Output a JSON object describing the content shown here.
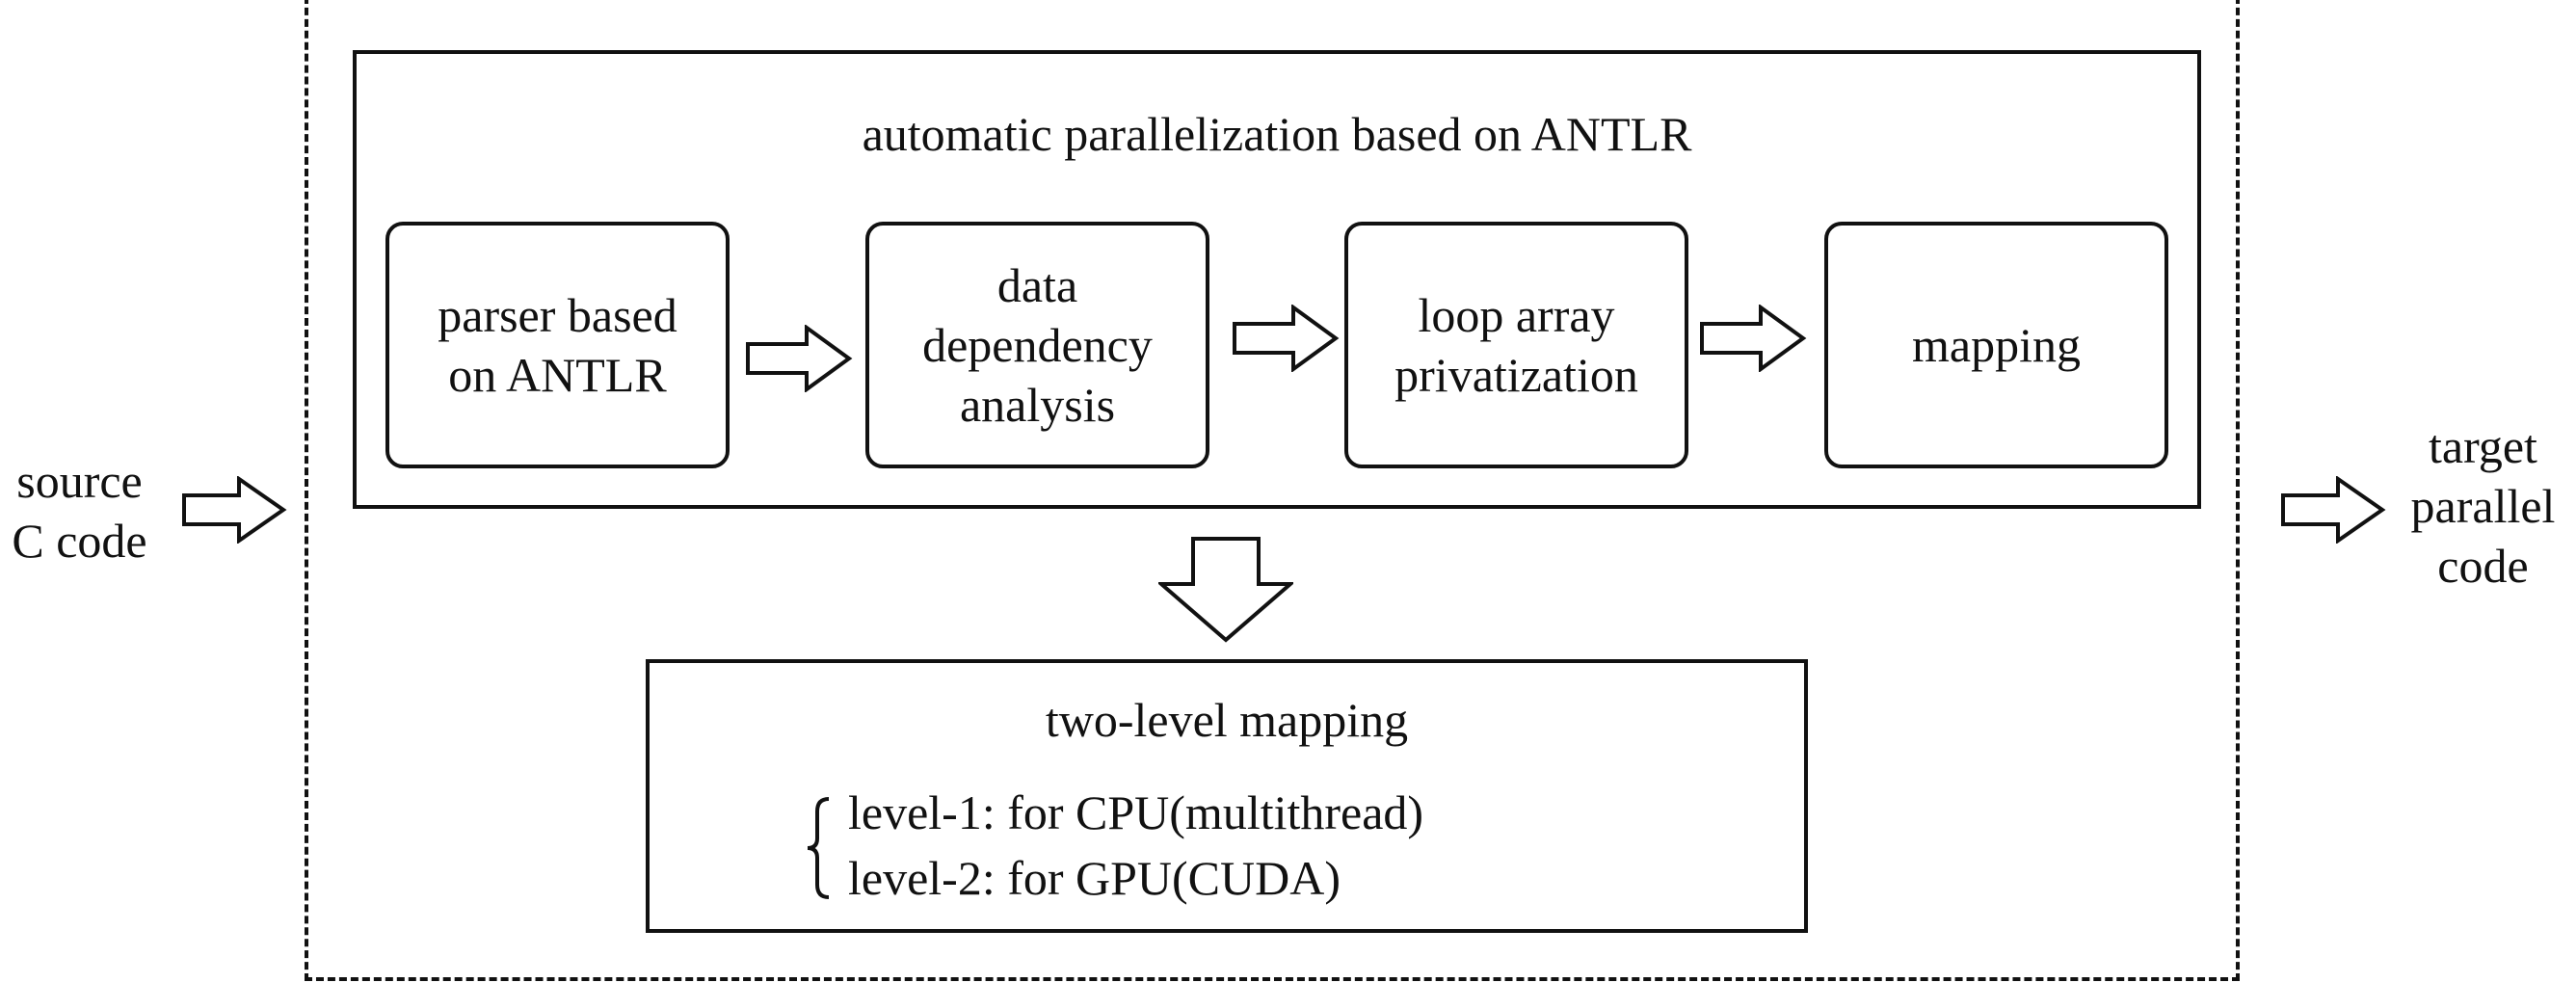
{
  "input": {
    "line1": "source",
    "line2": "C code"
  },
  "output": {
    "line1": "target",
    "line2": "parallel",
    "line3": "code"
  },
  "antlr_box": {
    "title": "automatic parallelization based on ANTLR",
    "stages": [
      {
        "line1": "parser based",
        "line2": "on ANTLR"
      },
      {
        "line1": "data",
        "line2": "dependency",
        "line3": "analysis"
      },
      {
        "line1": "loop array",
        "line2": "privatization"
      },
      {
        "line1": "mapping"
      }
    ]
  },
  "mapping_box": {
    "title": "two-level mapping",
    "levels": [
      "level-1: for CPU(multithread)",
      "level-2: for GPU(CUDA)"
    ]
  }
}
